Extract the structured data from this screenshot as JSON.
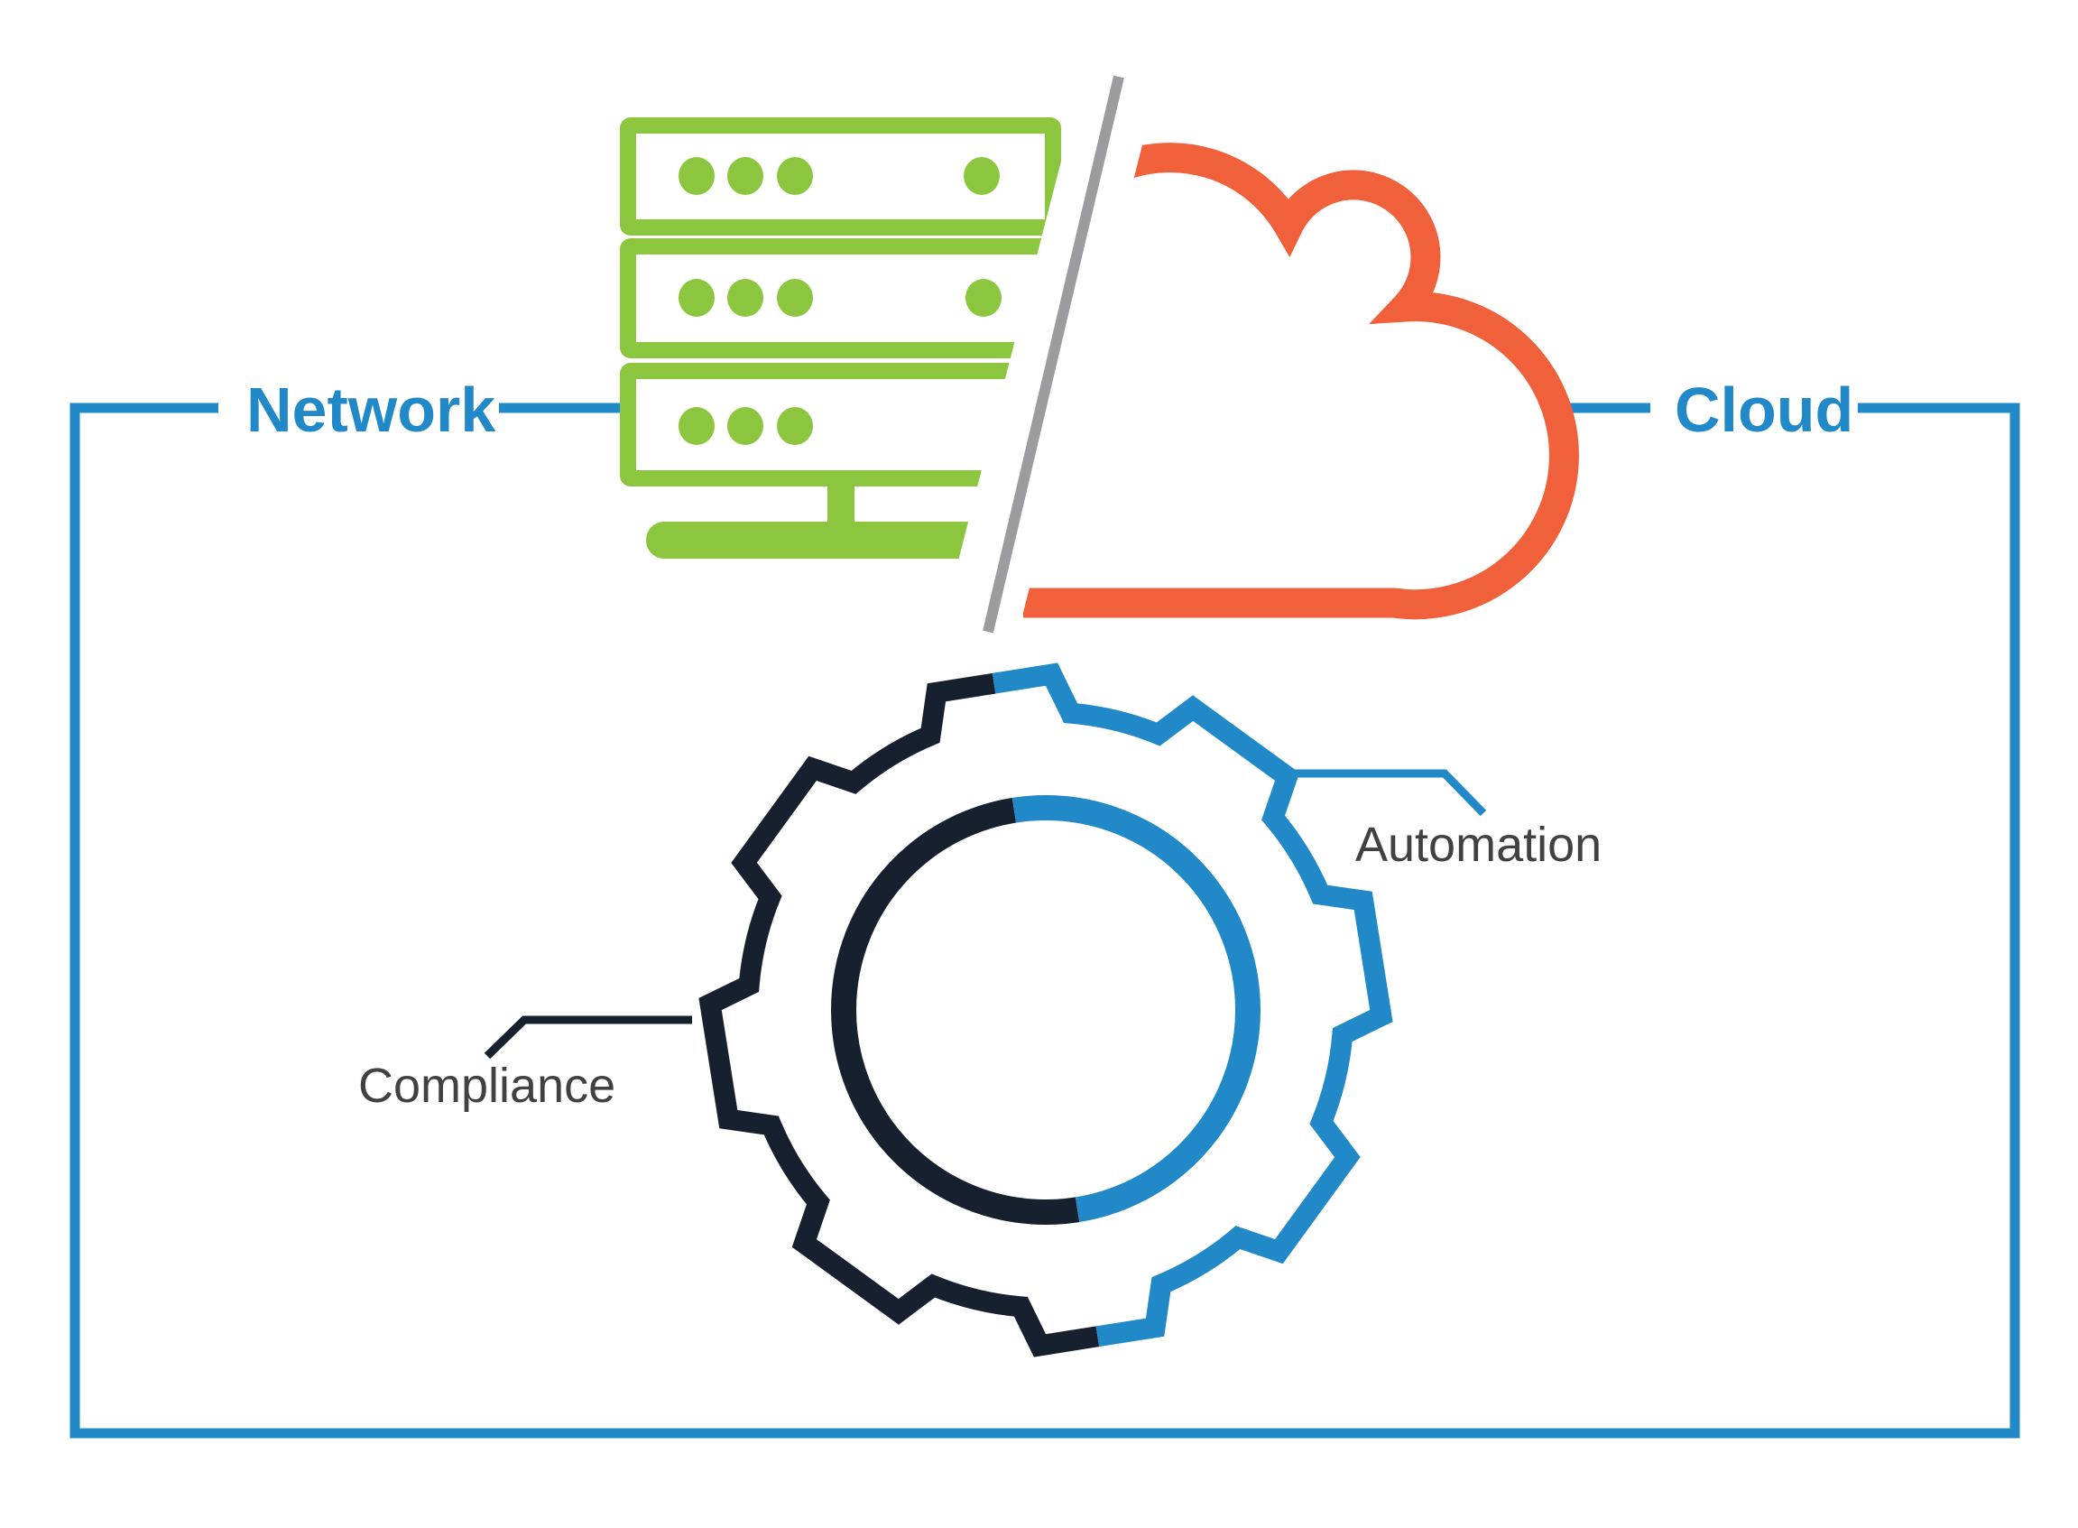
{
  "labels": {
    "network": "Network",
    "cloud": "Cloud",
    "automation": "Automation",
    "compliance": "Compliance"
  },
  "icons": {
    "left": "server-stack-icon",
    "right": "cloud-icon",
    "divider": "slash-icon",
    "center": "gear-icon"
  },
  "colors": {
    "green": "#8CC63E",
    "orange": "#F0603A",
    "blue": "#2289C9",
    "navy": "#16202F",
    "slash_gray": "#9C9CA0",
    "label_gray": "#414042",
    "background": "#FFFFFF"
  }
}
